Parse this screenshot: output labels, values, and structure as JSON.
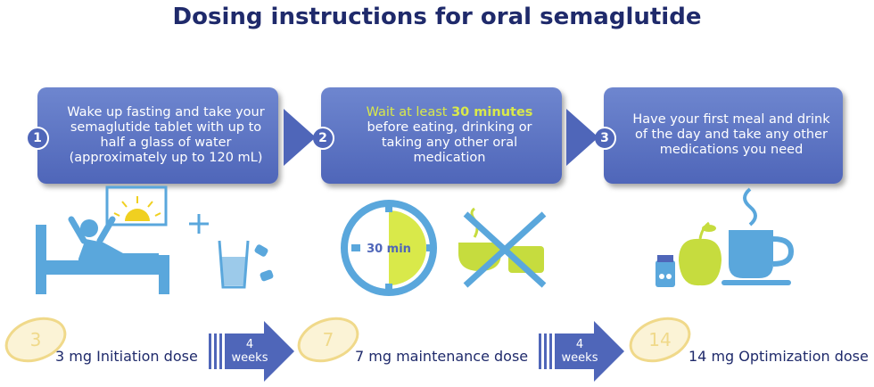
{
  "title": "Dosing instructions for oral semaglutide",
  "steps": [
    {
      "number": "1",
      "text": "Wake up fasting and take your semaglutide tablet with up to half a glass of water (approximately up to 120 mL)"
    },
    {
      "number": "2",
      "text_pre": "Wait at least ",
      "text_highlight": "30 minutes",
      "text_post": " before eating, drinking or taking any other oral medication"
    },
    {
      "number": "3",
      "text": "Have your first meal and drink of the day and take any other medications you need"
    }
  ],
  "timer_label": "30 min",
  "doses": [
    {
      "pill_number": "3",
      "label": "3 mg Initiation dose"
    },
    {
      "pill_number": "7",
      "label": "7 mg maintenance dose"
    },
    {
      "pill_number": "14",
      "label": "14 mg Optimization dose"
    }
  ],
  "intervals": [
    {
      "value": "4",
      "unit": "weeks"
    },
    {
      "value": "4",
      "unit": "weeks"
    }
  ],
  "colors": {
    "title": "#1f2a6b",
    "box": "#5b72c2",
    "highlight": "#d9e94a",
    "icon_blue": "#5aa7dc",
    "icon_green": "#c6dc3e",
    "pill_yellow": "#f0d98a",
    "arrow": "#4f66b9"
  },
  "icons": [
    "bed-person-icon",
    "sun-window-icon",
    "plus-icon",
    "water-glass-icon",
    "timer-icon",
    "no-food-icon",
    "pill-bottle-icon",
    "apple-icon",
    "coffee-cup-icon"
  ]
}
